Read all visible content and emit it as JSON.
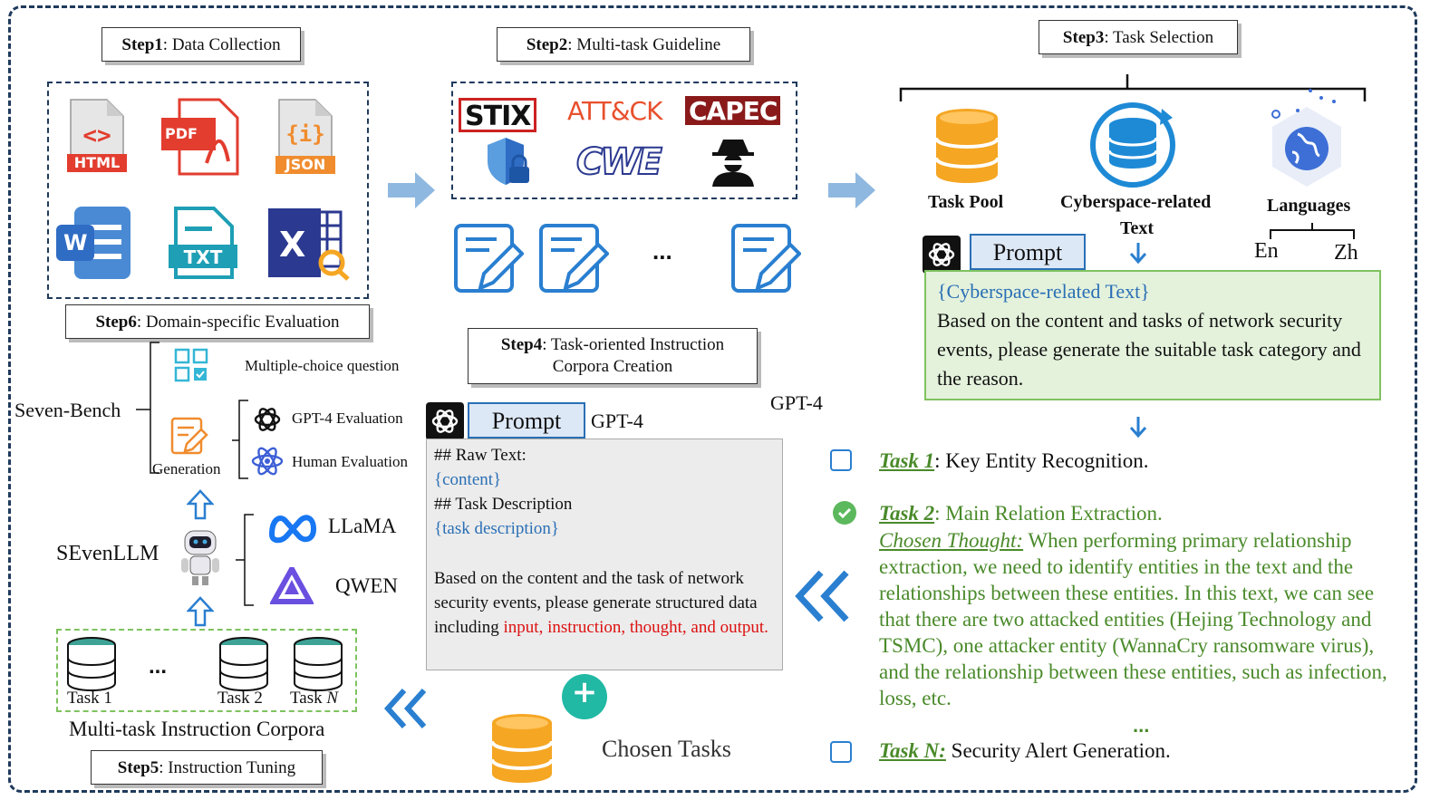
{
  "steps": {
    "s1": {
      "num": "Step1",
      "label": ": Data Collection"
    },
    "s2": {
      "num": "Step2",
      "label": ": Multi-task Guideline"
    },
    "s3": {
      "num": "Step3",
      "label": ": Task Selection"
    },
    "s4": {
      "num": "Step4",
      "label": ": Task-oriented Instruction",
      "label2": "Corpora Creation"
    },
    "s5": {
      "num": "Step5",
      "label": ": Instruction Tuning"
    },
    "s6": {
      "num": "Step6",
      "label": ": Domain-specific Evaluation"
    }
  },
  "file_icons": {
    "html": "HTML",
    "pdf": "PDF",
    "json": "JSON",
    "word": "W",
    "txt": "TXT",
    "excel": "X"
  },
  "guidelines": {
    "stix": "STIX",
    "attck": "ATT&CK",
    "capec": "CAPEC",
    "cwe": "CWE"
  },
  "ellipsis": "...",
  "task_selection": {
    "task_pool": "Task Pool",
    "cyber_line1": "Cyberspace-related",
    "cyber_line2": "Text",
    "languages": "Languages",
    "en": "En",
    "zh": "Zh"
  },
  "prompt_top": {
    "label": "Prompt",
    "placeholder": "{Cyberspace-related Text}",
    "body": "Based on the content and tasks of network security events, please generate the suitable task category and the reason."
  },
  "gpt4_right": "GPT-4",
  "tasks": {
    "t1_label": "Task 1",
    "t1_text": ": Key Entity Recognition.",
    "t2_label": "Task 2",
    "t2_text": ": Main Relation Extraction.",
    "thought_label": "Chosen Thought:",
    "thought_text": " When performing primary relationship extraction, we need to identify entities in the text and the relationships between these entities. In this text, we can see that there are two attacked entities (Hejing Technology and TSMC), one attacker entity (WannaCry ransomware virus), and the relationship between these entities, such as infection, loss, etc.",
    "dots": "...",
    "tn_label": "Task N:",
    "tn_text": " Security Alert Generation."
  },
  "prompt_mid": {
    "label": "Prompt",
    "model": "GPT-4",
    "raw_text": "## Raw Text:",
    "content": "{content}",
    "task_desc": "## Task Description",
    "task_desc_ph": "{task description}",
    "body": "Based on the content and the task of network security events, please generate structured data including ",
    "highlight": "input, instruction, thought, and output."
  },
  "chosen_tasks": "Chosen Tasks",
  "plus": "+",
  "eval": {
    "bench": "Seven-Bench",
    "mcq": "Multiple-choice question",
    "generation": "Generation",
    "gpt4_eval": "GPT-4 Evaluation",
    "human_eval": "Human Evaluation"
  },
  "model": {
    "name": "SEvenLLM",
    "llama": "LLaMA",
    "qwen": "QWEN"
  },
  "corpora": {
    "task1": "Task 1",
    "task2": "Task 2",
    "taskn_prefix": "Task ",
    "taskn_n": "N",
    "label": "Multi-task Instruction Corpora"
  },
  "colors": {
    "frame": "#1f3a5c",
    "accent_blue": "#2a6fb5",
    "arrow_blue": "#8fb8e0",
    "thought_green": "#4a8a2a",
    "db_orange": "#f5a623",
    "check_green": "#5cb85c"
  }
}
